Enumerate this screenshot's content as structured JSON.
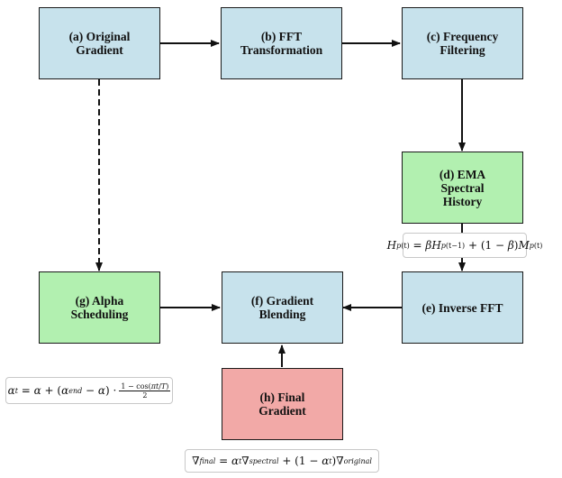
{
  "nodes": {
    "a": "(a) Original\nGradient",
    "b": "(b) FFT\nTransformation",
    "c": "(c) Frequency\nFiltering",
    "d": "(d) EMA\nSpectral\nHistory",
    "e": "(e) Inverse FFT",
    "f": "(f) Gradient\nBlending",
    "g": "(g) Alpha\nScheduling",
    "h": "(h) Final\nGradient"
  },
  "colors": {
    "blue": "#c7e2ec",
    "green": "#b2f0b0",
    "red": "#f2a9a7",
    "border": "#1a1a1a"
  },
  "formulas": {
    "ema": "H_p^(t) = βH_p^(t−1) + (1 − β)M_p^(t)",
    "alpha": "α_t = α + (α_end − α) · (1 − cos(πt/T))/2",
    "final": "∇_final = α_t∇_spectral + (1 − α_t)∇_original"
  }
}
